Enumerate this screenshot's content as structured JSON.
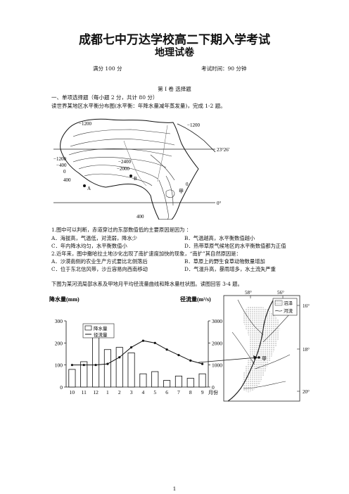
{
  "header": {
    "school_title": "成都七中万达学校高二下期入学考试",
    "subject_title": "地理试卷",
    "score": "满分 100 分",
    "time": "考试时间：90 分钟"
  },
  "section": {
    "volume": "第 I 卷    选择题",
    "heading": "一、单项选择题（每小题 2 分，共计 80 分）",
    "intro": "读世界某地区水平衡分布图(水平衡：年降水量减年蒸发量)，完成 1-2 题。"
  },
  "map1": {
    "labels": {
      "c1200a": "−1200",
      "c1200b": "−1200",
      "c1200c": "−1200",
      "c400a": "−400",
      "c0a": "0",
      "c400b": "400",
      "c2400": "−2400",
      "c2000": "−2000",
      "c0b": "0",
      "c400c": "400",
      "lat1": "23°26′",
      "lat2": "0°",
      "pt_b": "B",
      "pt_a": "A",
      "pt_jia": "甲"
    }
  },
  "questions": {
    "q1": {
      "stem": "1.图中可以判断，赤道穿过的东部数值低的主要原因是因为      ：",
      "a": "A．海拔高，气温低，对流弱，降水少",
      "b": "B．气温越高，水平衡数值越小",
      "c": "C．年内降水均匀，水平衡数值小",
      "d": "D．热带草原气候地区的水平衡数值都为正值"
    },
    "q2": {
      "stem": "2.近年来，图中撒哈拉土地沙化出现了南扩速度加快的现象，“南扩”其自然原因是：",
      "a": "A．沙漠南侧的农业生产方式要比北侧落后",
      "b": "B．草原上的野生食草动物数量增加",
      "c": "C．位于东北信风带，沙丘容易向西南移动",
      "d": "D．气温升高，暴雨增多，水土流失严重"
    },
    "intro34": "下图为某河流局部水系及甲地月平均径流量曲线和降水量柱状图。读图回答 3-4 题。"
  },
  "chart_data": {
    "type": "bar",
    "categories": [
      "10",
      "11",
      "12",
      "1",
      "2",
      "3",
      "4",
      "5",
      "6",
      "7",
      "8",
      "9"
    ],
    "series": [
      {
        "name": "降水量",
        "type": "bar",
        "axis": "left",
        "values": [
          80,
          115,
          225,
          170,
          180,
          155,
          60,
          70,
          30,
          50,
          40,
          60
        ]
      },
      {
        "name": "径流量",
        "type": "line",
        "axis": "right",
        "values": [
          1000,
          1000,
          1000,
          1050,
          1350,
          1800,
          2100,
          2000,
          1700,
          1450,
          1200,
          1050
        ]
      }
    ],
    "ylabel": "降水量(mm)",
    "y2label": "径流量(m³/s)",
    "xlabel": "月份",
    "ylim": [
      0,
      300
    ],
    "y2lim": [
      0,
      3000
    ],
    "yticks": [
      "0",
      "100",
      "200",
      "300"
    ],
    "y2ticks": [
      "0",
      "1000",
      "2000",
      "3000"
    ],
    "legend": [
      "降水量",
      "径流量"
    ],
    "legend_position": "top-left"
  },
  "map2": {
    "lon1": "58°",
    "lon2": "56°",
    "lat1": "16°",
    "lat2": "18°",
    "lat3": "20°",
    "legend_swamp": "沼泽",
    "legend_river": "河流",
    "pt_jia": "甲"
  },
  "footer": {
    "page": "1"
  }
}
